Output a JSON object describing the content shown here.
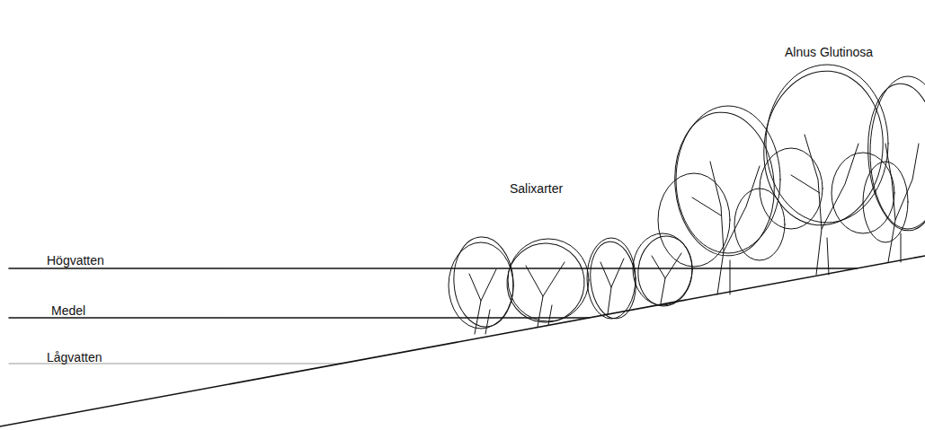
{
  "diagram": {
    "labels": [
      "Högvatten",
      "Medel",
      "Lågvatten",
      "Salixarter",
      "Alnus Glutinosa"
    ]
  }
}
